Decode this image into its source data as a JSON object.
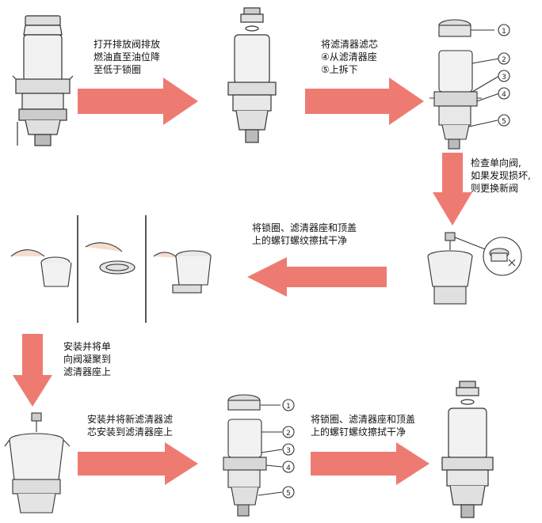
{
  "captions": {
    "step1": [
      "打开排放阀排放",
      "燃油直至油位降",
      "至低于锁圈"
    ],
    "step2": [
      "将滤清器滤芯",
      "④从滤清器座",
      "⑤上拆下"
    ],
    "step3": [
      "检查单向阀,",
      "如果发现损坏,",
      "则更换新阀"
    ],
    "step4": [
      "将锁圈、滤清器座和顶盖",
      "上的螺钉螺纹擦拭干净"
    ],
    "step5": [
      "安装并将单",
      "向阀凝聚到",
      "滤清器座上"
    ],
    "step6": [
      "安装并将新滤清器滤",
      "芯安装到滤清器座上"
    ],
    "step7": [
      "将锁圈、滤清器座和顶盖",
      "上的螺钉螺纹擦拭干净"
    ]
  },
  "callouts": {
    "top": [
      "1",
      "2",
      "3",
      "4",
      "5"
    ],
    "bottom": [
      "1",
      "2",
      "3",
      "4",
      "5"
    ]
  },
  "colors": {
    "arrow": "#ee7b72",
    "line": "#333333"
  }
}
